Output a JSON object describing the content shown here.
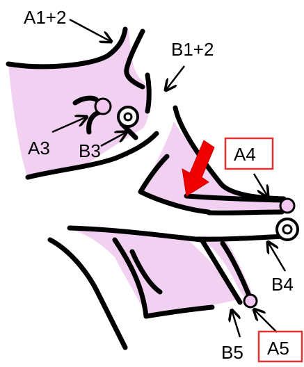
{
  "labels": {
    "a12": "A1+2",
    "b12": "B1+2",
    "a3": "A3",
    "b3": "B3",
    "a4": "A4",
    "b4": "B4",
    "a5": "A5",
    "b5": "B5"
  },
  "colors": {
    "tissue": "#f2d0f2",
    "vessel_fill": "#f4c7f3",
    "outline": "#000000",
    "highlight_box": "#e23232",
    "indicator_arrow": "#ee0000"
  }
}
